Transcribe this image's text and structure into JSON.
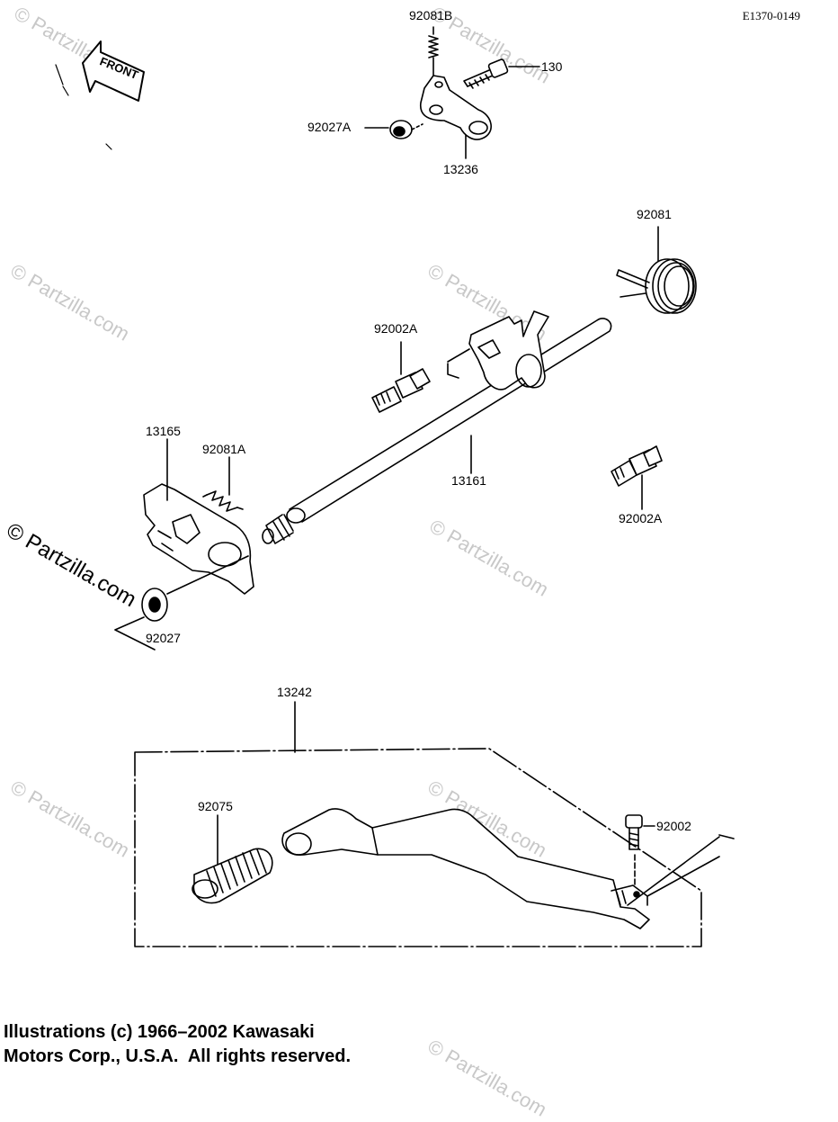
{
  "diagram_code": "E1370-0149",
  "front_label": "FRONT",
  "parts": {
    "p92081B": "92081B",
    "p130": "130",
    "p92027A": "92027A",
    "p13236": "13236",
    "p92081": "92081",
    "p92002A_top": "92002A",
    "p13165": "13165",
    "p92081A": "92081A",
    "p13161": "13161",
    "p92002A_right": "92002A",
    "p92027": "92027",
    "p13242": "13242",
    "p92075": "92075",
    "p92002": "92002"
  },
  "watermark": "© Partzilla.com",
  "copyright": {
    "line1": "Illustrations (c) 1966–2002 Kawasaki",
    "line2": "Motors Corp., U.S.A.  All rights reserved."
  }
}
